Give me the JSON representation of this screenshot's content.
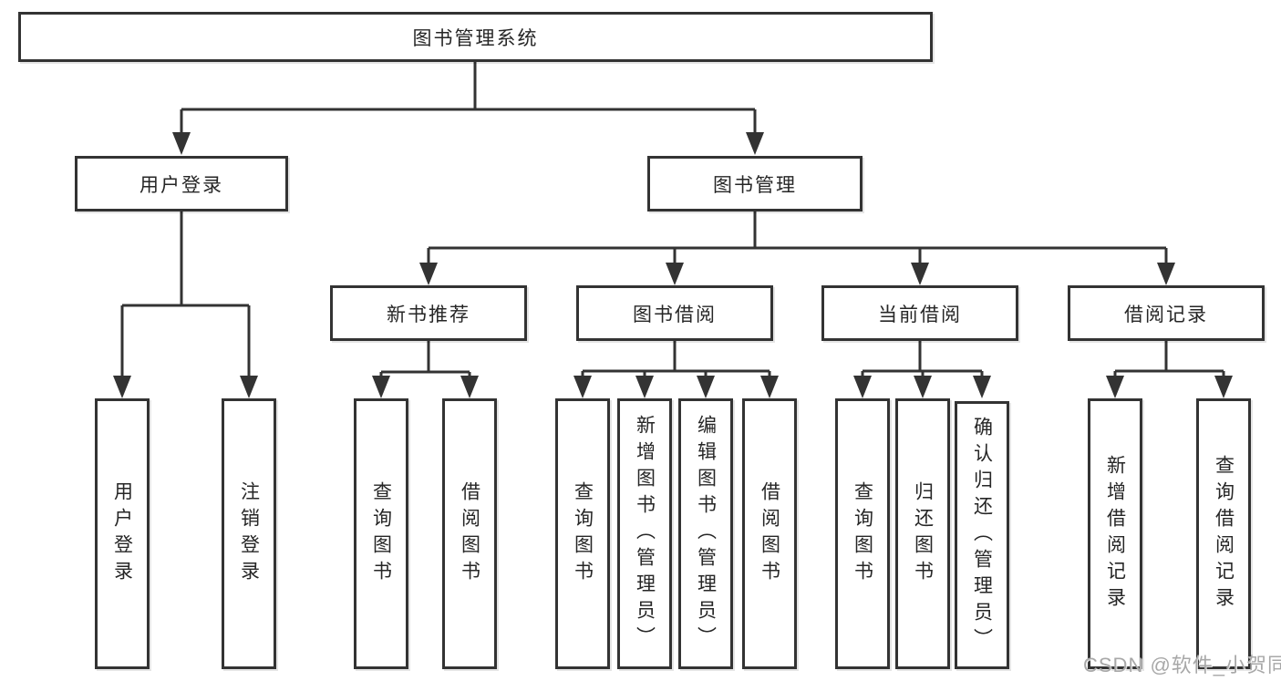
{
  "root": {
    "label": "图书管理系统"
  },
  "level2": {
    "user_login": {
      "label": "用户登录"
    },
    "book_mgmt": {
      "label": "图书管理"
    }
  },
  "level3": {
    "new_book": {
      "label": "新书推荐"
    },
    "book_borrow": {
      "label": "图书借阅"
    },
    "current_borrow": {
      "label": "当前借阅"
    },
    "borrow_records": {
      "label": "借阅记录"
    }
  },
  "leaves": {
    "user_login_1": "用户登录",
    "user_login_2": "注销登录",
    "new_book_1": "查询图书",
    "new_book_2": "借阅图书",
    "borrow_1": "查询图书",
    "borrow_2": "新增图书（管理员）",
    "borrow_3": "编辑图书（管理员）",
    "borrow_4": "借阅图书",
    "current_1": "查询图书",
    "current_2": "归还图书",
    "current_3": "确认归还（管理员）",
    "records_1": "新增借阅记录",
    "records_2": "查询借阅记录"
  },
  "watermark": "CSDN @软件_小贺同学",
  "colors": {
    "line": "#333333",
    "text": "#262626",
    "watermark": "#a8a8a8"
  }
}
